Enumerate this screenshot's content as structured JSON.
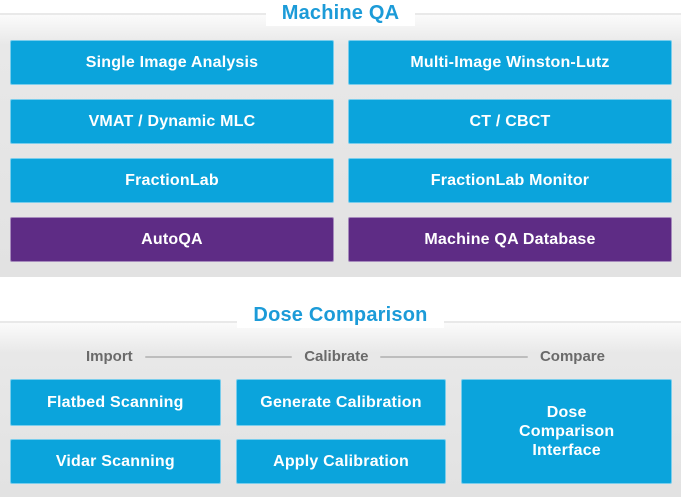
{
  "colors": {
    "accent_blue": "#0ba4dc",
    "accent_purple": "#5e2c85",
    "title_blue": "#1c9bd8",
    "panel_gray": "#e2e2e2",
    "stage_label_gray": "#6a6a6a",
    "box_text": "#ffffff"
  },
  "machine_qa": {
    "title": "Machine QA",
    "boxes": [
      {
        "label": "Single Image Analysis",
        "type": "blue"
      },
      {
        "label": "Multi-Image Winston-Lutz",
        "type": "blue"
      },
      {
        "label": "VMAT / Dynamic MLC",
        "type": "blue"
      },
      {
        "label": "CT / CBCT",
        "type": "blue"
      },
      {
        "label": "FractionLab",
        "type": "blue"
      },
      {
        "label": "FractionLab Monitor",
        "type": "blue"
      },
      {
        "label": "AutoQA",
        "type": "purple"
      },
      {
        "label": "Machine QA Database",
        "type": "purple"
      }
    ]
  },
  "dose_comparison": {
    "title": "Dose Comparison",
    "stage_labels": [
      "Import",
      "Calibrate",
      "Compare"
    ],
    "boxes": [
      {
        "label": "Flatbed Scanning",
        "stage": "Import"
      },
      {
        "label": "Generate Calibration",
        "stage": "Calibrate"
      },
      {
        "label": "Dose Comparison Interface",
        "stage": "Compare"
      },
      {
        "label": "Vidar Scanning",
        "stage": "Import"
      },
      {
        "label": "Apply Calibration",
        "stage": "Calibrate"
      }
    ]
  }
}
